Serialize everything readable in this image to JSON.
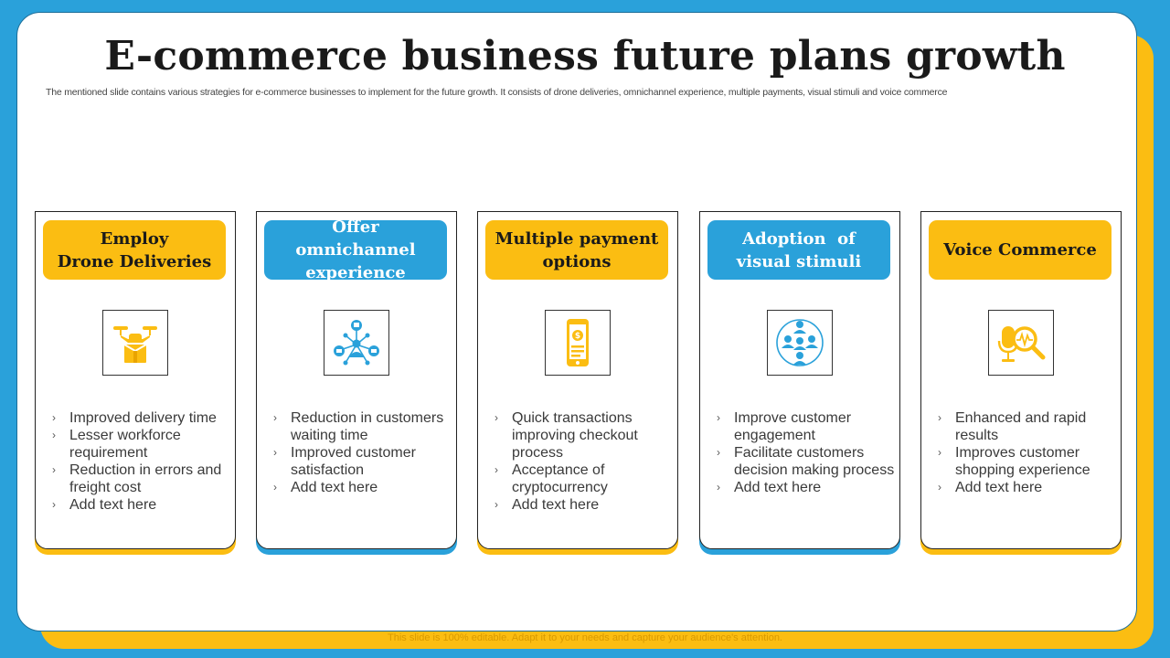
{
  "slide": {
    "title": "E-commerce business future plans growth",
    "subtitle": "The mentioned slide contains various strategies for e-commerce businesses to implement for the future growth. It consists of drone deliveries, omnichannel experience, multiple payments, visual stimuli and voice commerce",
    "footer": "This slide is 100% editable. Adapt it to your needs and capture your audience's attention."
  },
  "colors": {
    "yellow": "#fbbd12",
    "blue": "#2aa1da"
  },
  "cards": [
    {
      "heading_lines": [
        "Employ",
        "Drone Deliveries"
      ],
      "color": "yellow",
      "icon": "drone-delivery-icon",
      "bullets": [
        "Improved delivery time",
        "Lesser workforce requirement",
        "Reduction in errors and  freight cost",
        "Add text here"
      ]
    },
    {
      "heading_lines": [
        "Offer omnichannel",
        "experience"
      ],
      "color": "blue",
      "icon": "omnichannel-network-icon",
      "bullets": [
        "Reduction in customers waiting time",
        "Improved customer satisfaction",
        "Add text here"
      ]
    },
    {
      "heading_lines": [
        "Multiple payment",
        "options"
      ],
      "color": "yellow",
      "icon": "mobile-payment-icon",
      "bullets": [
        "Quick transactions improving checkout process",
        "Acceptance of cryptocurrency",
        "Add text here"
      ]
    },
    {
      "heading_lines": [
        "Adoption  of",
        "visual stimuli"
      ],
      "color": "blue",
      "icon": "people-group-icon",
      "bullets": [
        "Improve customer engagement",
        "Facilitate customers decision making process",
        "Add text here"
      ]
    },
    {
      "heading_lines": [
        "Voice Commerce"
      ],
      "color": "yellow",
      "icon": "voice-search-icon",
      "bullets": [
        "Enhanced and rapid results",
        "Improves customer shopping experience",
        "Add text here"
      ]
    }
  ]
}
